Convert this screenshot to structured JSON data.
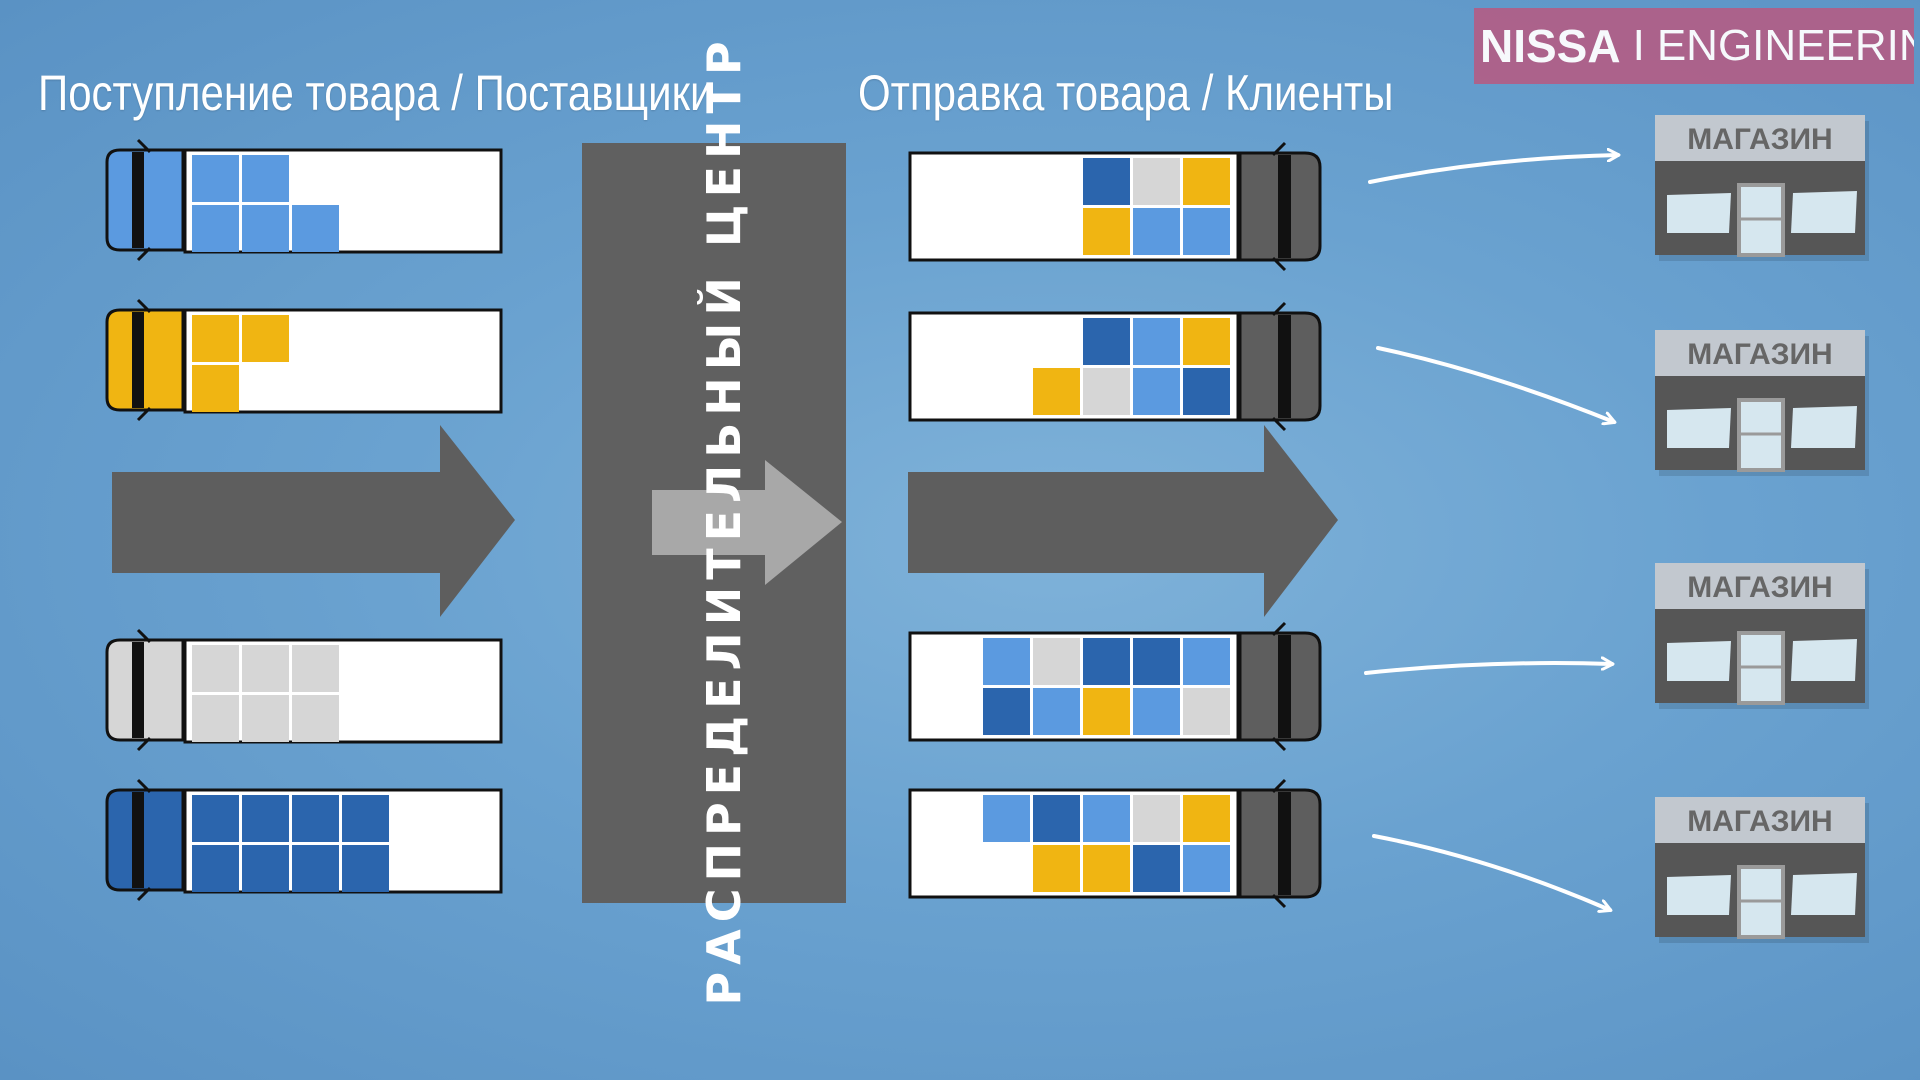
{
  "header": {
    "inbound_title": "Поступление товара / Поставщики",
    "outbound_title": "Отправка товара / Клиенты"
  },
  "logo": {
    "brand": "NISSA",
    "separator": "I",
    "suffix": "ENGINEERING"
  },
  "center": {
    "label": "РАСПРЕДЕЛИТЕЛЬНЫЙ ЦЕНТР"
  },
  "store_label": "МАГАЗИН",
  "colors": {
    "blue_light": "#5b9ae0",
    "blue_dark": "#2b65ad",
    "yellow": "#f0b512",
    "gray": "#d6d6d6",
    "dark_gray": "#5e5e5e",
    "center_box": "#606060",
    "inner_arrow": "#a8a8a8",
    "white": "#ffffff"
  },
  "inbound_trucks": [
    {
      "cab_color": "blue_light",
      "rows": [
        [
          "blue_light",
          "blue_light"
        ],
        [
          "blue_light",
          "blue_light",
          "blue_light"
        ]
      ]
    },
    {
      "cab_color": "yellow",
      "rows": [
        [
          "yellow",
          "yellow"
        ],
        [
          "yellow"
        ]
      ]
    },
    {
      "cab_color": "gray",
      "rows": [
        [
          "gray",
          "gray",
          "gray"
        ],
        [
          "gray",
          "gray",
          "gray"
        ]
      ]
    },
    {
      "cab_color": "blue_dark",
      "rows": [
        [
          "blue_dark",
          "blue_dark",
          "blue_dark",
          "blue_dark"
        ],
        [
          "blue_dark",
          "blue_dark",
          "blue_dark",
          "blue_dark"
        ]
      ]
    }
  ],
  "outbound_trucks": [
    {
      "rows": [
        [
          "blue_dark",
          "gray",
          "yellow"
        ],
        [
          "yellow",
          "blue_light",
          "blue_light"
        ]
      ]
    },
    {
      "rows": [
        [
          "blue_dark",
          "blue_light",
          "yellow"
        ],
        [
          "yellow",
          "gray",
          "blue_light",
          "blue_dark"
        ]
      ]
    },
    {
      "rows": [
        [
          "blue_light",
          "gray",
          "blue_dark",
          "blue_dark",
          "blue_light"
        ],
        [
          "blue_dark",
          "blue_light",
          "yellow",
          "blue_light",
          "gray"
        ]
      ]
    },
    {
      "rows": [
        [
          "blue_light",
          "blue_dark",
          "blue_light",
          "gray",
          "yellow"
        ],
        [
          "yellow",
          "yellow",
          "blue_dark",
          "blue_light"
        ]
      ]
    }
  ],
  "stores": [
    {
      "label": "МАГАЗИН"
    },
    {
      "label": "МАГАЗИН"
    },
    {
      "label": "МАГАЗИН"
    },
    {
      "label": "МАГАЗИН"
    }
  ]
}
